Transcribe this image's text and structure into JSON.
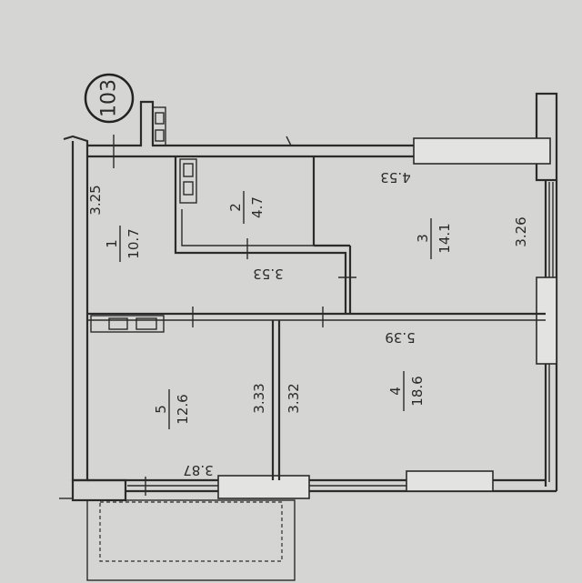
{
  "plan": {
    "apartment_number": "103",
    "rooms": [
      {
        "number": "1",
        "area": "10.7",
        "width": "3.25"
      },
      {
        "number": "2",
        "area": "4.7"
      },
      {
        "number": "3",
        "area": "14.1",
        "width": "3.26"
      },
      {
        "number": "4",
        "area": "18.6",
        "width": "3.32"
      },
      {
        "number": "5",
        "area": "12.6",
        "width": "3.33"
      }
    ],
    "dimensions": {
      "corridor": "3.53",
      "room3_length": "4.53",
      "room4_length": "5.39",
      "room5_length": "3.87"
    }
  }
}
